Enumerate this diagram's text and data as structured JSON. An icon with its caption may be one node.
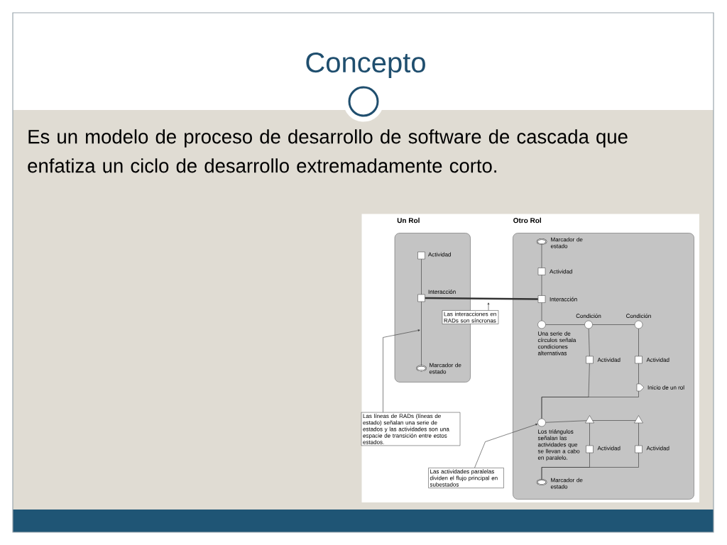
{
  "diagram": {
    "title": "Concepto",
    "nodes": [
      {
        "text": [
          "Un Rol"
        ]
      },
      {
        "text": [
          "Otro Rol"
        ]
      },
      {
        "text": [],
        "shape": "box",
        "in": 0,
        "beside": [
          "Actividad"
        ]
      },
      {
        "text": [],
        "shape": "box",
        "in": 0,
        "beside": [
          "Interacción"
        ]
      },
      {
        "text": [],
        "shape": "oval",
        "in": 0,
        "beside": [
          "Marcador de estado"
        ]
      },
      {
        "text": [],
        "shape": "oval",
        "in": 1,
        "beside": [
          "Marcador de estado"
        ]
      },
      {
        "text": [],
        "shape": "box",
        "in": 1,
        "beside": [
          "Actividad"
        ]
      },
      {
        "text": [],
        "shape": "box",
        "in": 1,
        "beside": [
          "Interacción"
        ]
      },
      {
        "text": [],
        "shape": "circle",
        "in": 1,
        "beside": [
          "Una serie de círculos señala condiciones alternativas"
        ]
      },
      {
        "text": [],
        "shape": "circle",
        "in": 1,
        "beside": [
          "Condición"
        ]
      },
      {
        "text": [],
        "shape": "circle",
        "in": 1,
        "beside": [
          "Condición"
        ]
      },
      {
        "text": [],
        "shape": "box",
        "in": 1,
        "beside": [
          "Actividad"
        ]
      },
      {
        "text": [],
        "shape": "box",
        "in": 1,
        "beside": [
          "Actividad"
        ]
      },
      {
        "text": [],
        "shape": "pentagon",
        "in": 1,
        "beside": [
          "Inicio de un rol"
        ]
      },
      {
        "text": [],
        "shape": "circle",
        "in": 1,
        "beside": [
          "Los triángulos señalan las actividades que se llevan a cabo en paralelo."
        ]
      },
      {
        "text": [],
        "shape": "triangle",
        "in": 1
      },
      {
        "text": [],
        "shape": "triangle",
        "in": 1
      },
      {
        "text": [],
        "shape": "box",
        "in": 1,
        "beside": [
          "Actividad"
        ]
      },
      {
        "text": [],
        "shape": "box",
        "in": 1,
        "beside": [
          "Actividad"
        ]
      },
      {
        "text": [],
        "shape": "oval",
        "in": 1,
        "beside": [
          "Marcador de estado"
        ]
      },
      {
        "text": [
          "Las interacciones en RADs son síncronas"
        ]
      },
      {
        "text": [
          "Las líneas de RADs (líneas de estado) señalan una serie de estados y las actividades son una espacie de transición entre estos estados."
        ]
      },
      {
        "text": [
          "Las actividades paralelas dividen el flujo principal en subestados"
        ]
      }
    ],
    "edges": [
      {
        "from": 2,
        "to": 3,
        "arrow": "none"
      },
      {
        "from": 3,
        "to": 4,
        "arrow": "none"
      },
      {
        "from": 3,
        "to": 7,
        "arrow": "none",
        "style": "thick"
      },
      {
        "from": 5,
        "to": 6,
        "arrow": "none"
      },
      {
        "from": 6,
        "to": 7,
        "arrow": "none"
      },
      {
        "from": 7,
        "to": 8,
        "arrow": "none"
      },
      {
        "from": 8,
        "to": 9,
        "arrow": "none"
      },
      {
        "from": 9,
        "to": 10,
        "arrow": "none"
      },
      {
        "from": 9,
        "to": 11,
        "arrow": "none"
      },
      {
        "from": 10,
        "to": 12,
        "arrow": "none"
      },
      {
        "from": 12,
        "to": 13,
        "arrow": "none"
      },
      {
        "from": 11,
        "to": 14,
        "arrow": "none"
      },
      {
        "from": 13,
        "to": 14,
        "arrow": "none"
      },
      {
        "from": 14,
        "to": 15,
        "arrow": "none"
      },
      {
        "from": 15,
        "to": 16,
        "arrow": "none"
      },
      {
        "from": 15,
        "to": 17,
        "arrow": "none"
      },
      {
        "from": 16,
        "to": 18,
        "arrow": "none"
      },
      {
        "from": 17,
        "to": 19,
        "arrow": "none"
      },
      {
        "from": 18,
        "to": 19,
        "arrow": "none"
      },
      {
        "from": 20,
        "to": null,
        "arrow": "to"
      },
      {
        "from": 21,
        "to": null,
        "arrow": "to"
      },
      {
        "from": 22,
        "to": 14,
        "arrow": "to"
      }
    ],
    "labels": [
      "Es un modelo de proceso de desarrollo de software de cascada que enfatiza un ciclo de desarrollo extremadamente corto."
    ]
  }
}
